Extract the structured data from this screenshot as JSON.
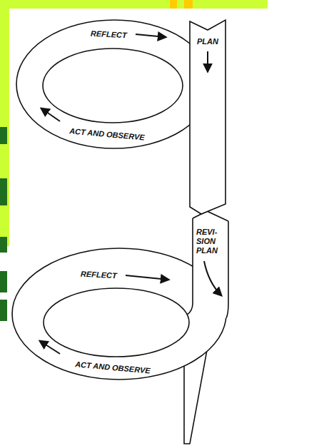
{
  "diagram": {
    "labels": [
      "REFLECT",
      "PLAN",
      "ACT AND OBSERVE",
      "REVI- SION PLAN",
      "REFLECT",
      "ACT AND OBSERVE"
    ]
  }
}
